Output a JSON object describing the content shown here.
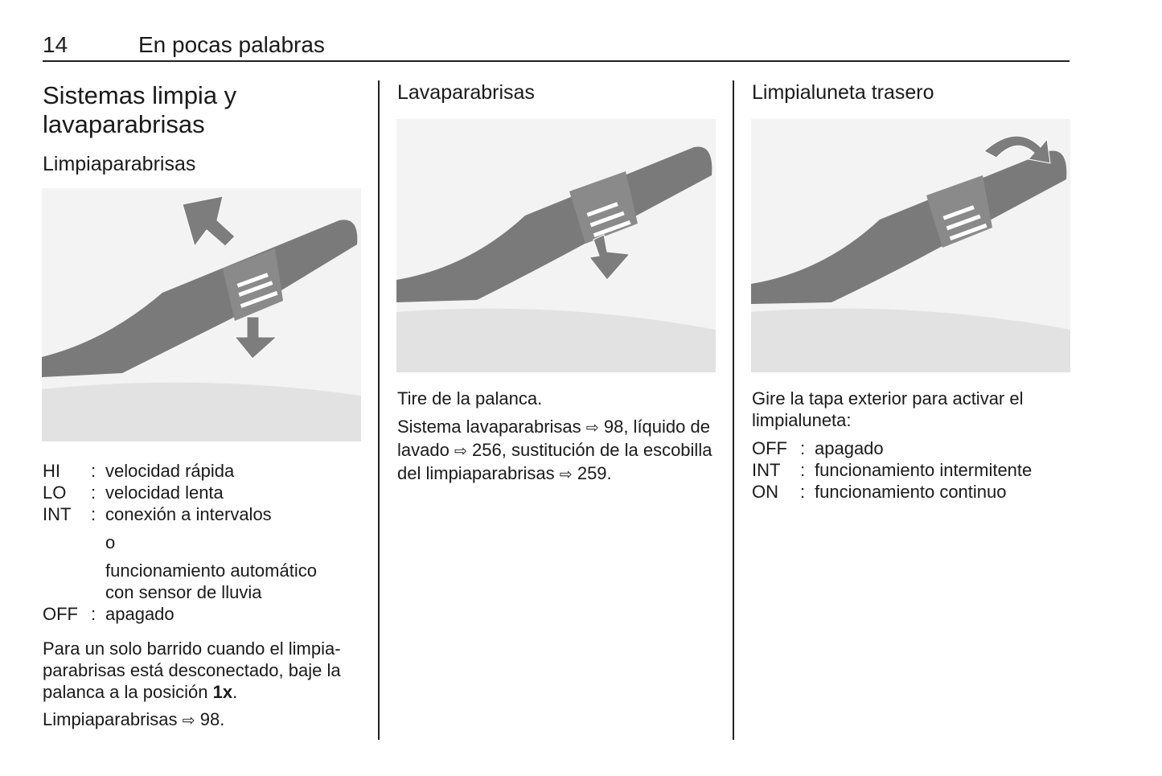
{
  "header": {
    "page_number": "14",
    "chapter": "En pocas palabras"
  },
  "col1": {
    "title_line1": "Sistemas limpia y",
    "title_line2": "lavaparabrisas",
    "subtitle": "Limpiaparabrisas",
    "list": [
      {
        "key": "HI",
        "sep": ":",
        "value": "velocidad rápida"
      },
      {
        "key": "LO",
        "sep": ":",
        "value": "velocidad lenta"
      },
      {
        "key": "INT",
        "sep": ":",
        "value": "conexión a intervalos"
      },
      {
        "key": "",
        "sep": "",
        "value": "o"
      },
      {
        "key": "",
        "sep": "",
        "value": "funcionamiento automático con sensor de lluvia"
      },
      {
        "key": "OFF",
        "sep": ":",
        "value": "apagado"
      }
    ],
    "para1_a": "Para un solo barrido cuando el limpia­parabrisas está desconectado, baje la palanca a la posición ",
    "para1_bold": "1x",
    "para1_end": ".",
    "para2_text": "Limpiaparabrisas",
    "para2_ref": "98",
    "ref_tail": "."
  },
  "col2": {
    "subtitle": "Lavaparabrisas",
    "para1": "Tire de la palanca.",
    "para2_a": "Sistema lavaparabrisas",
    "ref1": "98",
    "para2_b": ", líquido de lavado",
    "ref2": "256",
    "para2_c": ", sustitución de la escobilla del limpiaparabrisas",
    "ref3": "259",
    "para2_end": "."
  },
  "col3": {
    "subtitle": "Limpialuneta trasero",
    "para1": "Gire la tapa exterior para activar el limpialuneta:",
    "list": [
      {
        "key": "OFF",
        "sep": ":",
        "value": "apagado"
      },
      {
        "key": "INT",
        "sep": ":",
        "value": "funcionamiento intermitente"
      },
      {
        "key": "ON",
        "sep": ":",
        "value": "funcionamiento continuo"
      }
    ]
  },
  "icons": {
    "xref": "⇨"
  }
}
